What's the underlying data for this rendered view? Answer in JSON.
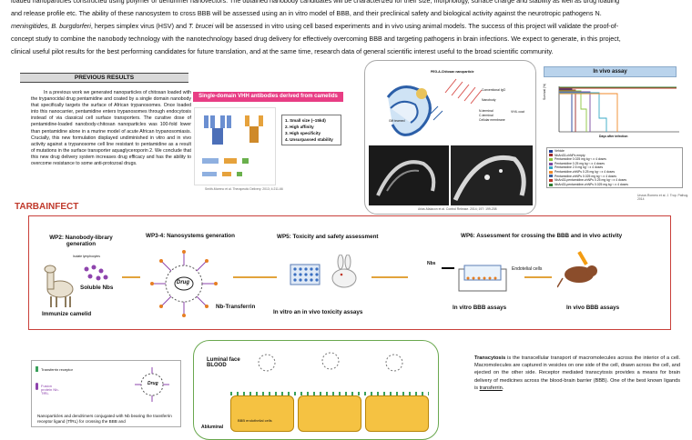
{
  "intro": {
    "line1": "loaded nanoparticles constructed using polymer or dendrimer nanovectors. The obtained nanobody candidates will be characterized for their size, morphology, surface charge and stability as well as drug loading",
    "line2": "and release profile etc. The ability of these nanosystem to cross BBB will be assessed using an in vitro model of BBB, and their preclinical safety and biological activity against the neurotropic pathogens N.",
    "line3a": "meningitides, B. burgdorferi",
    "line3b": ", herpes simplex virus (HSV) and ",
    "line3c": "T. brucei",
    "line3d": " will be assessed in vitro using cell based experiments and in vivo using animal models. The success of this project will validate the proof-of-",
    "line4": "concept study to combine the nanobody technology with the nanotechnology based drug delivery for effectively overcoming BBB and targeting pathogens in brain infections. We expect to generate, in this project,",
    "line5": "clinical useful pilot results for the best performing candidates for future translation, and at the same time, research data of general scientific interest useful to the broad scientific community."
  },
  "previous_results": {
    "header": "PREVIOUS RESULTS",
    "body": "In a previous work we generated nanoparticles of chitosan loaded with the trypanocidal drug pentamidine and coated by a single domain nanobody that specifically targets the surface of African trypanosomes. Once loaded into this nanocarrier, pentamidine enters trypanosomes through endocytosis instead of via classical cell surface transporters. The curative dose of pentamidine-loaded nanobody-chitosan nanoparticles was 100-fold lower than pentamidine alone in a murine model of acute African trypanosomiasis. Crucially, this new formulation displayed undiminished in vitro and in vivo activity against a trypanosome cell line resistant to pentamidine as a result of mutations in the surface transporter aquaglyceroporin 2. We conclude that this new drug delivery system increases drug efficacy and has the ability to overcome resistance to some anti-protozoal drugs."
  },
  "vhh": {
    "title": "Single-domain VHH antibodies derived from camelids",
    "features": [
      "1. Small size (~15kd)",
      "2. High affinity",
      "3. High specificity",
      "4. Unsurpassed stability"
    ],
    "citation": "Smith-Moreno et al. Therapeutic Delivery. 2013; 4:211-66"
  },
  "nanoparticle": {
    "labels": [
      "PEG-A-Chitosan nanoparticle",
      "Conventional IgG",
      "Nanobody",
      "N-terminal",
      "C-terminal",
      "VH/L coat",
      "Cellular membrane",
      "Gift teamed"
    ],
    "citation": "Arias-Malacon et al. Control Release. 2014; 197: 199-208"
  },
  "invivo": {
    "header": "In vivo assay",
    "ylabel": "Survival (%)",
    "xlabel": "Days after infection",
    "citation": "Unzue-Romero et al. J. Trop. Pathog. 2014",
    "legend": [
      {
        "label": "Vehicle",
        "color": "#1f3f99"
      },
      {
        "label": "NbAn33-chNPs empty",
        "color": "#9e2a2a"
      },
      {
        "label": "Pentamidine 0.025 mg kg⁻¹ x 4 doses",
        "color": "#8dc63f"
      },
      {
        "label": "Pentamidine 0.25 mg kg⁻¹ x 4 doses",
        "color": "#7b4aa0"
      },
      {
        "label": "Pentamidine 2.5 mg kg⁻¹ x 4 doses",
        "color": "#37a8c5"
      },
      {
        "label": "Pentamidine-chNPs 0.25 mg kg⁻¹ x 4 doses",
        "color": "#f08a2a"
      },
      {
        "label": "Pentamidine-chNPs 0.025 mg kg⁻¹ x 4 doses",
        "color": "#3b5f9e"
      },
      {
        "label": "NbAn33-pentamidine-chNPs 0.25 mg kg⁻¹ x 4 doses",
        "color": "#c0392b"
      },
      {
        "label": "NbAn33-pentamidine-chNPs 0.025 mg kg⁻¹ x 4 doses",
        "color": "#2e7d32"
      }
    ]
  },
  "tarbainfect": {
    "title": "TARBAINFECT",
    "wp2": "WP2: Nanobody-library generation",
    "wp34": "WP3-4: Nanosystems generation",
    "wp5": "WP5: Toxicity and safety assessment",
    "wp6": "WP6: Assessment for crossing the BBB and  in vivo activity",
    "immunize": "Immunize camelid",
    "soluble": "Soluble Nbs",
    "isolate": "Isolate lymphocytes",
    "nb_transferrin": "Nb-Transferrin",
    "drug": "Drug",
    "toxicity": "In vitro an in vivo  toxicity assays",
    "invitro_bbb": "In vitro BBB assays",
    "invivo_bbb": "In vivo BBB assays",
    "nbs": "Nbs",
    "endothelial": "Endotelial cells"
  },
  "bottom": {
    "transferrin_receptor": "Transferrin receptor",
    "fusion_protein": "Fusion protein Nb-TfRL",
    "drug": "Drug",
    "caption": "Nanoparticles and dendrimers conjugated with Nb bearing the transferrin receptor ligand (TfRL) for crossing the BBB and",
    "luminal": "Luminal face BLOOD",
    "bbb_cells": "BBB endothelial cells",
    "abluminal": "Abluminal",
    "transcytosis_term": "Transcytosis",
    "transcytosis_text": " is the transcellular transport of macromolecules across the interior of a cell. Macromolecules are captured in vesicles on one side of the cell, drawn across the cell, and ejected on the other side. Receptor mediated transcytosis provides a means for brain delivery of medicines across the blood-brain barrier (BBB). One of the best known ligands is ",
    "transferrin_link": "transferrin",
    "period": "."
  }
}
